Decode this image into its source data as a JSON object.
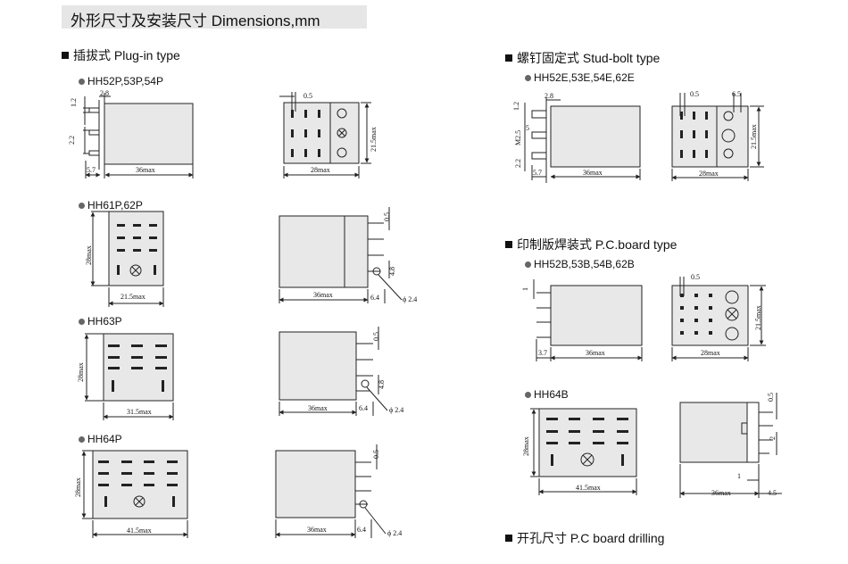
{
  "header": {
    "title": "外形尺寸及安装尺寸 Dimensions,mm"
  },
  "sections": {
    "plugin": "插拔式 Plug-in type",
    "stud": "螺钉固定式 Stud-bolt type",
    "pcb": "印制版焊装式 P.C.board type",
    "drilling": "开孔尺寸 P.C board drilling"
  },
  "models": {
    "hh52p": "HH52P,53P,54P",
    "hh61p": "HH61P,62P",
    "hh63p": "HH63P",
    "hh64p": "HH64P",
    "hh52e": "HH52E,53E,54E,62E",
    "hh52b": "HH52B,53B,54B,62B",
    "hh64b": "HH64B"
  },
  "dims": {
    "d2_8": "2.8",
    "d1_2": "1.2",
    "d2_2": "2.2",
    "d5_7": "5.7",
    "d36max": "36max",
    "d0_5": "0.5",
    "d21_5max": "21.5max",
    "d28max": "28max",
    "d31_5max": "31.5max",
    "d41_5max": "41.5max",
    "d6_4": "6.4",
    "d4_8": "4.8",
    "dphi2_4": "ϕ 2.4",
    "d6_5": "6.5",
    "dm2_5": "M2.5",
    "d5": "5",
    "d1": "1",
    "d3_7": "3.7",
    "d2": "2",
    "d4_5": "4.5"
  },
  "colors": {
    "body_fill": "#e8e8e8",
    "line": "#222222",
    "title_bg": "#e6e6e6"
  }
}
